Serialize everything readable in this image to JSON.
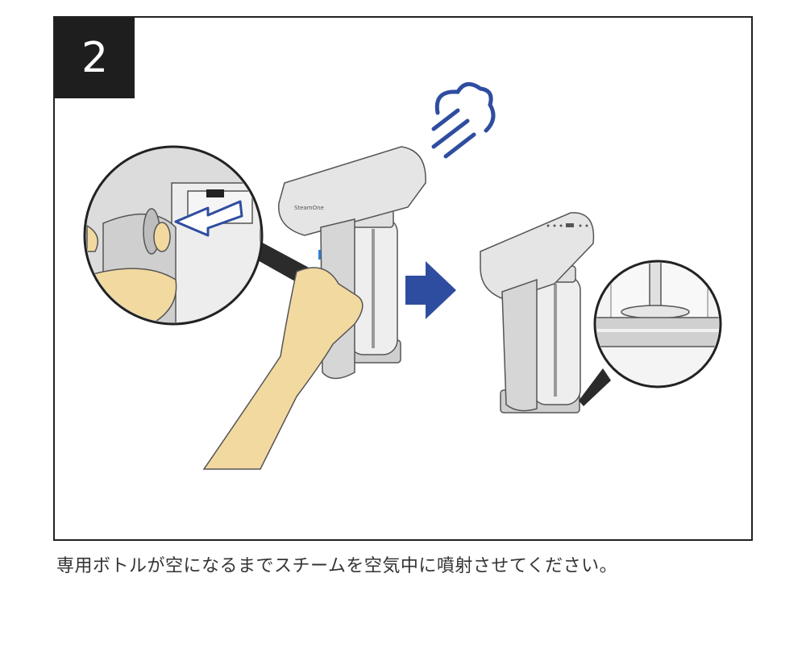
{
  "step": {
    "number": "2"
  },
  "device": {
    "brand_label": "SteamOne"
  },
  "caption": {
    "text": "専用ボトルが空になるまでスチームを空気中に噴射させてください。"
  },
  "colors": {
    "accent": "#2f4da0",
    "skin": "#f2d9a0",
    "device_body": "#d9d9d9",
    "outline": "#444444"
  },
  "icons": [
    "steam-cloud-icon",
    "arrow-right-icon",
    "press-arrow-icon"
  ]
}
